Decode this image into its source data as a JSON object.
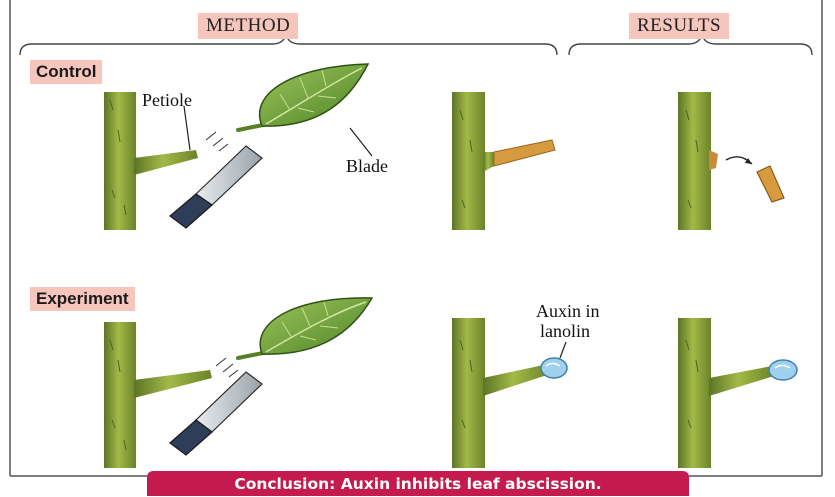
{
  "headers": {
    "method": "METHOD",
    "results": "RESULTS"
  },
  "rows": {
    "control": "Control",
    "experiment": "Experiment"
  },
  "annotations": {
    "petiole": "Petiole",
    "blade": "Blade",
    "auxin_line1": "Auxin in",
    "auxin_line2": "lanolin"
  },
  "conclusion": "Conclusion: Auxin inhibits leaf abscission.",
  "colors": {
    "stem": "#8fa83a",
    "stem_dark": "#566b22",
    "leaf": "#76a83c",
    "leaf_dark": "#3f6a1e",
    "dead_petiole": "#d79a3e",
    "auxin_blob": "#9fd0ee",
    "label_bg": "#f6c6bd",
    "conclusion_bg": "#c41a4e"
  },
  "icons": [
    "knife-icon",
    "leaf-icon",
    "stem-icon",
    "auxin-blob-icon",
    "falling-petiole-icon",
    "arrow-icon"
  ]
}
